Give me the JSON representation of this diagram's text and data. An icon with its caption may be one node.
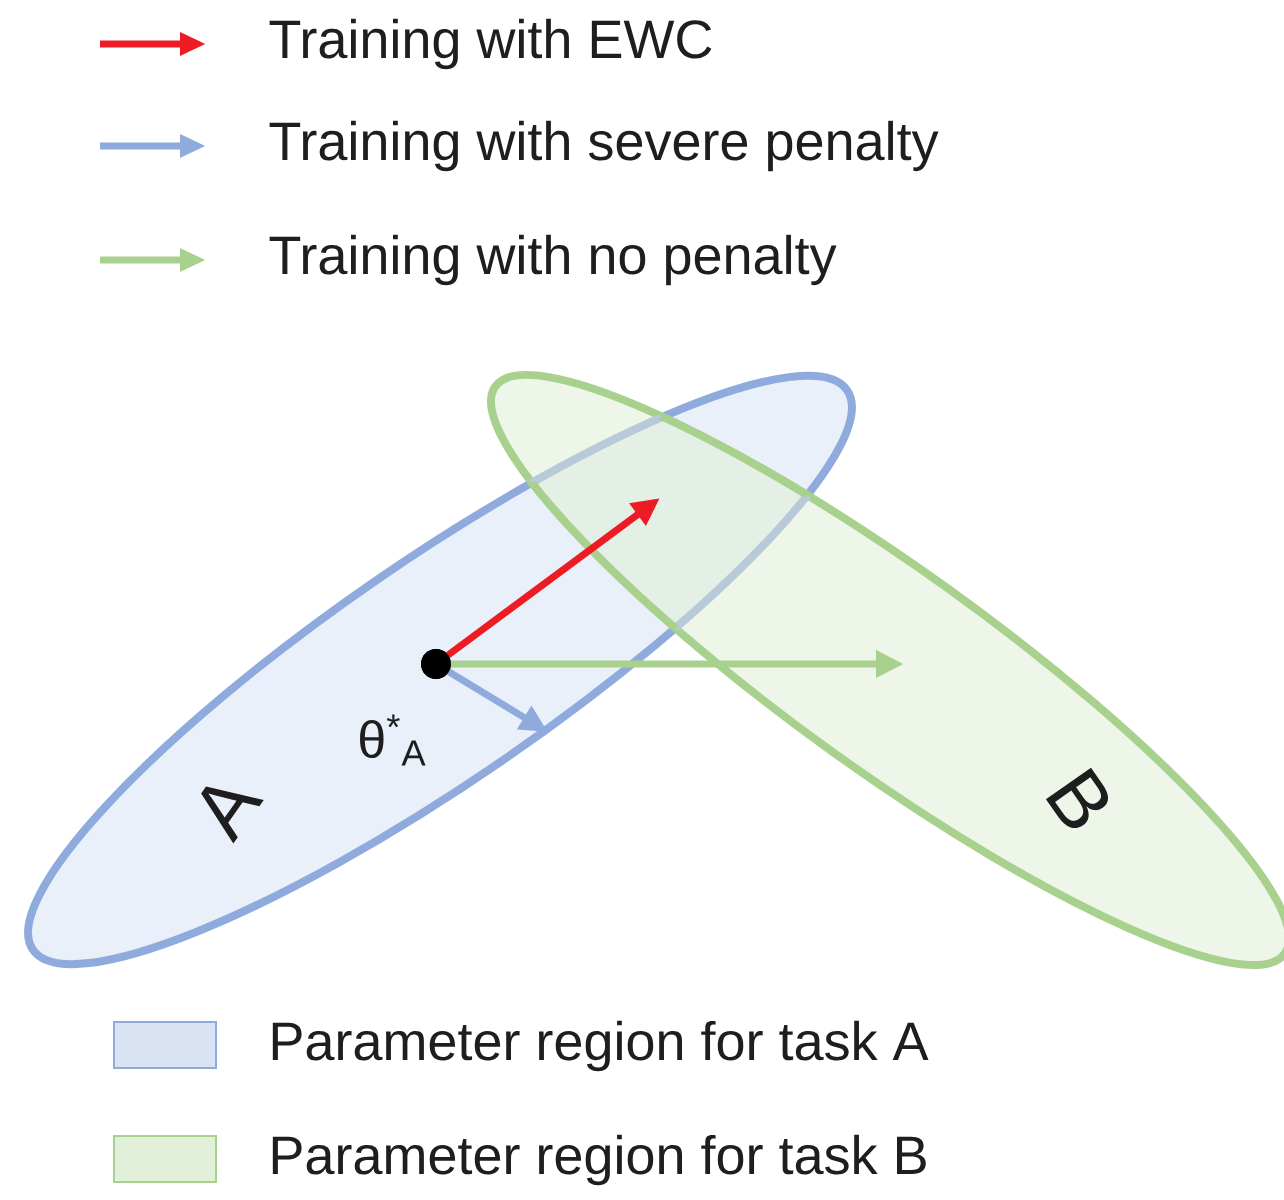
{
  "diagram": {
    "nodes": [
      {
        "text": [
          "A"
        ]
      },
      {
        "text": [
          "B"
        ]
      },
      {
        "text": [],
        "shape": "circle",
        "in": 0
      }
    ],
    "edges": [
      {
        "from": 2,
        "to": 1,
        "arrow": "to",
        "color": "#ed1c24"
      },
      {
        "from": 2,
        "to": 0,
        "arrow": "to",
        "color": "#8faadc"
      },
      {
        "from": 2,
        "to": 1,
        "arrow": "to",
        "color": "#a9d18e"
      }
    ],
    "labels": [
      "θ$^{*}$$_{A}$"
    ],
    "legend": [
      {
        "text": "Training with EWC"
      },
      {
        "text": "Training with severe penalty"
      },
      {
        "text": "Training with no penalty"
      },
      {
        "text": "Parameter region for task A",
        "color": "#dae3f3"
      },
      {
        "text": "Parameter region for task B",
        "color": "#e2f0d9"
      }
    ]
  }
}
